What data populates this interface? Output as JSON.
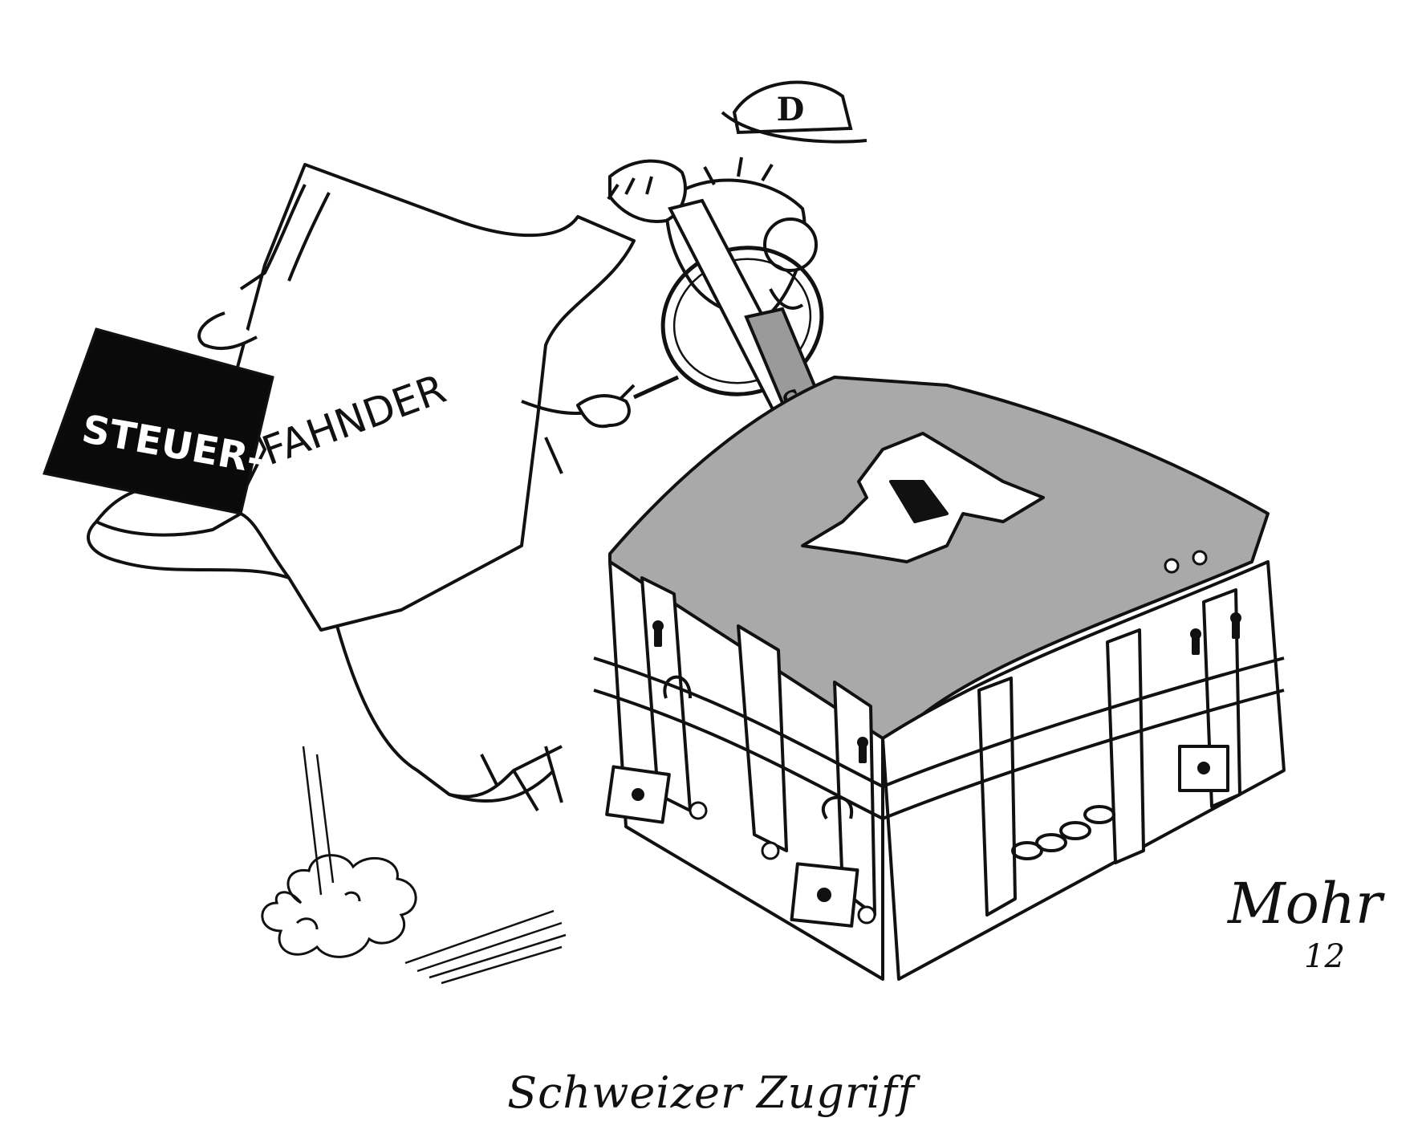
{
  "cartoon": {
    "caption": "Schweizer Zugriff",
    "signature": {
      "name": "Mohr",
      "year": "12"
    },
    "labels": {
      "briefcase": "STEUER-",
      "coat": "FAHNDER",
      "hat": "D",
      "lever_symbol": "§"
    }
  },
  "colors": {
    "ink": "#111111",
    "paper": "#ffffff",
    "chest_lid": "#a9a9a9",
    "briefcase": "#0a0a0a"
  }
}
